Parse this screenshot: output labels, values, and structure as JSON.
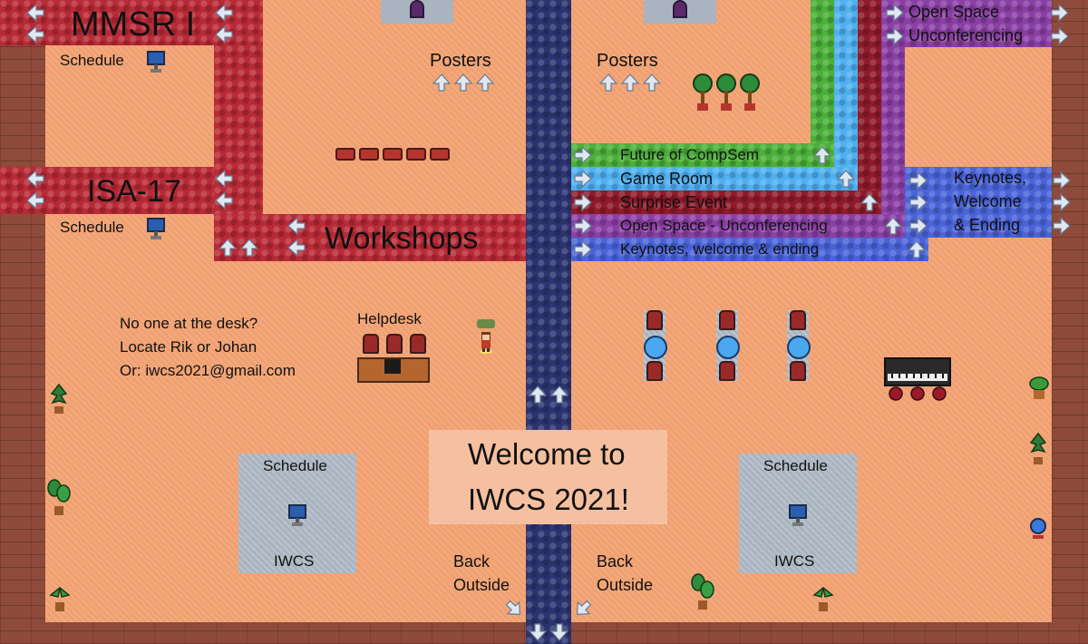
{
  "rooms": {
    "mmsr": "MMSR I",
    "isa": "ISA-17",
    "workshops": "Workshops",
    "schedule_1": "Schedule",
    "schedule_2": "Schedule",
    "posters_left": "Posters",
    "posters_right": "Posters",
    "open_space_top_1": "Open Space",
    "open_space_top_2": "Unconferencing",
    "keynotes_right_1": "Keynotes,",
    "keynotes_right_2": "Welcome",
    "keynotes_right_3": "& Ending"
  },
  "corridors": {
    "future": "Future of CompSem",
    "game": "Game Room",
    "surprise": "Surprise Event",
    "open_space": "Open Space - Unconferencing",
    "keynotes": "Keynotes, welcome & ending"
  },
  "helpdesk": {
    "title": "Helpdesk",
    "note_1": "No one at the desk?",
    "note_2": "Locate Rik or Johan",
    "note_3": "Or: iwcs2021@gmail.com"
  },
  "welcome": {
    "line_1": "Welcome to",
    "line_2": "IWCS 2021!"
  },
  "boards": {
    "left_title": "Schedule",
    "left_caption": "IWCS",
    "right_title": "Schedule",
    "right_caption": "IWCS"
  },
  "exits": {
    "left_1": "Back",
    "left_2": "Outside",
    "right_1": "Back",
    "right_2": "Outside"
  },
  "colors": {
    "floor": "#f0a070",
    "red_zone": "#b82a36",
    "central_path": "#2c3470",
    "green_corridor": "#4caf3a",
    "sky_corridor": "#4fb0f0",
    "dark_red_corridor": "#8e1a2a",
    "purple_corridor": "#8a3fa4",
    "blue_corridor": "#4a64d8"
  },
  "icons": {
    "arrow": "arrow-icon",
    "computer": "computer-icon",
    "plant": "plant-icon",
    "piano": "piano-icon",
    "avatar": "player-avatar"
  }
}
